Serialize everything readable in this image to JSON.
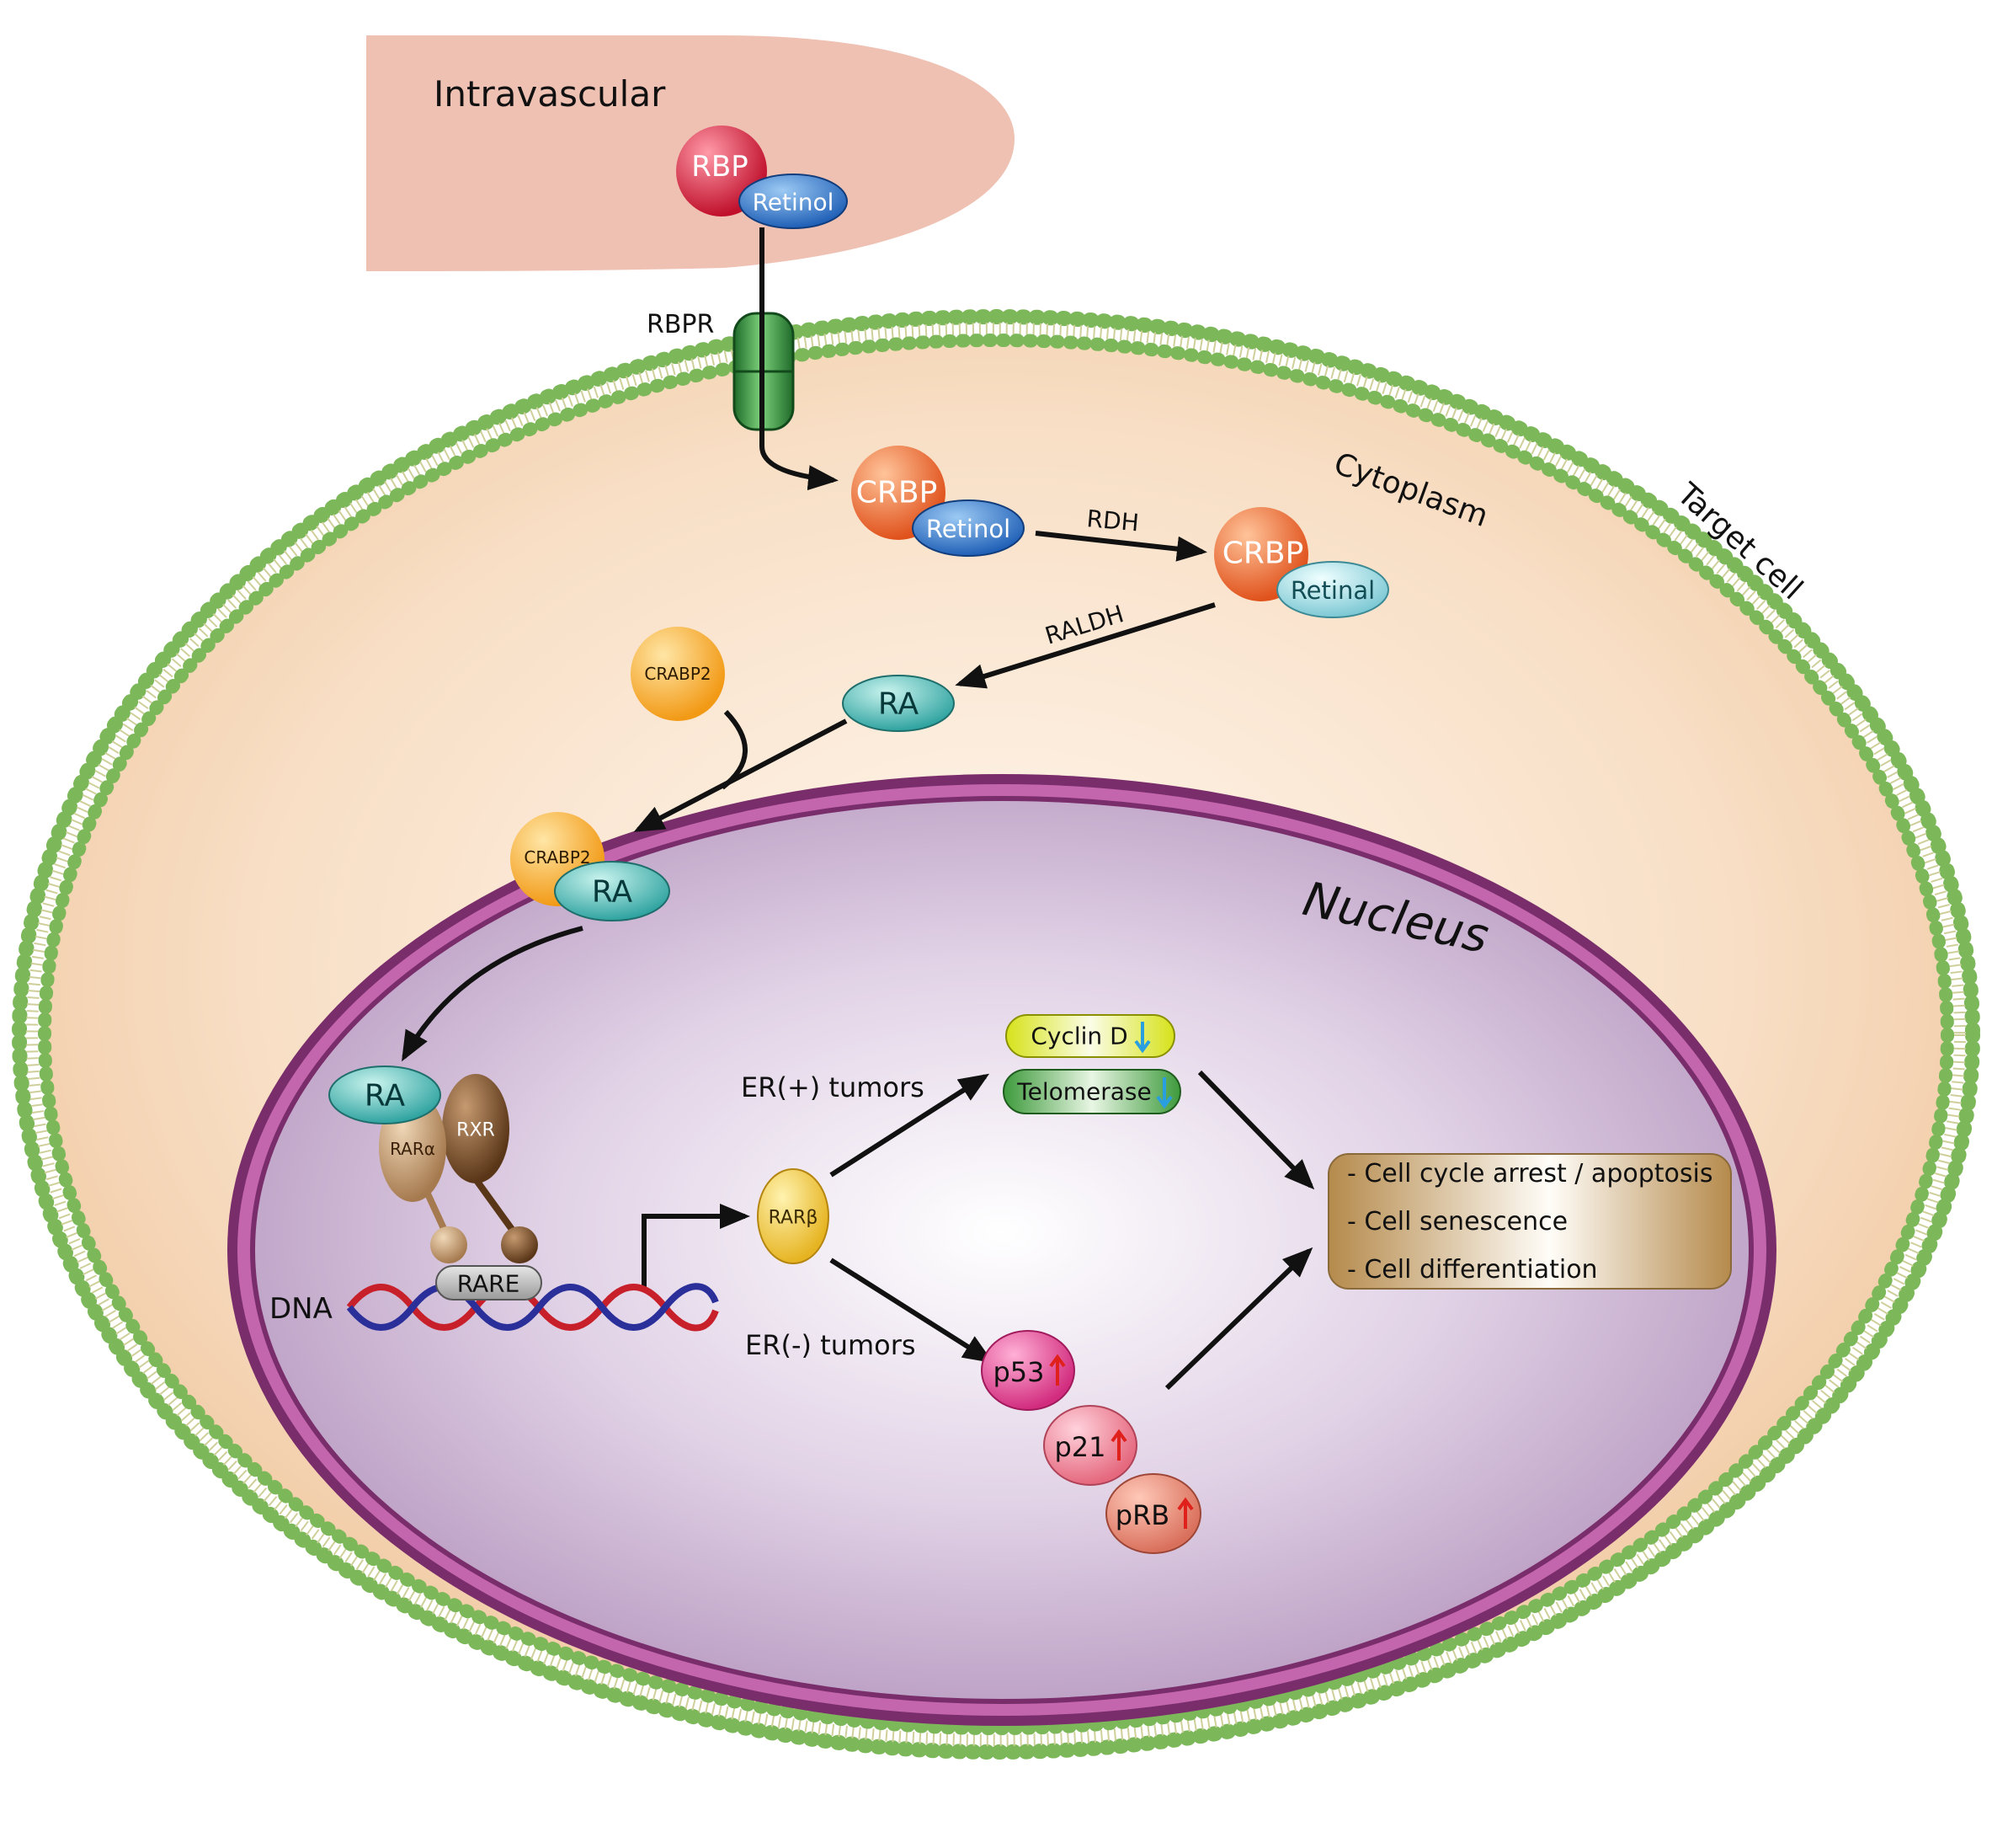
{
  "compartments": {
    "intravascular": "Intravascular",
    "cytoplasm": "Cytoplasm",
    "target_cell": "Target cell",
    "nucleus": "Nucleus"
  },
  "receptor": "RBPR",
  "molecules": {
    "rbp": "RBP",
    "retinol": "Retinol",
    "crbp": "CRBP",
    "retinal": "Retinal",
    "crabp2": "CRABP2",
    "ra": "RA",
    "rar_alpha": "RARα",
    "rxr": "RXR",
    "rare": "RARE",
    "dna": "DNA",
    "rar_beta": "RARβ",
    "cyclin_d": "Cyclin D",
    "telomerase": "Telomerase",
    "p53": "p53",
    "p21": "p21",
    "prb": "pRB"
  },
  "enzymes": {
    "rdh": "RDH",
    "raldh": "RALDH"
  },
  "branches": {
    "er_pos": "ER(+) tumors",
    "er_neg": "ER(-) tumors"
  },
  "outcomes": [
    "- Cell cycle arrest / apoptosis",
    "- Cell senescence",
    "- Cell differentiation"
  ],
  "colors": {
    "vessel": "#efc1b3",
    "cytoplasm": "#f7dcc0",
    "membrane_green": "#7cb85a",
    "nucleus_fill": "#d7c2dd",
    "nuclear_envelope": "#7a2d6b",
    "arrow": "#111111",
    "up_arrow": "#e0201b",
    "down_arrow": "#2a9fe0"
  }
}
